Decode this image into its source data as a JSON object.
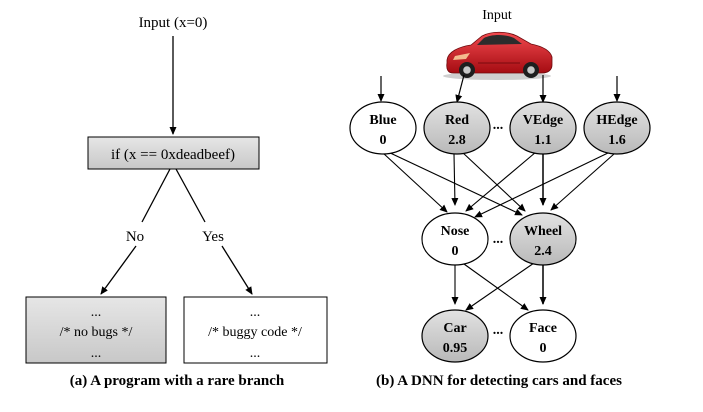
{
  "left_panel": {
    "input_label": "Input (x=0)",
    "condition_label": "if (x == 0xdeadbeef)",
    "no_label": "No",
    "yes_label": "Yes",
    "no_bugs_box": {
      "line1": "...",
      "line2": "/* no bugs */",
      "line3": "..."
    },
    "buggy_box": {
      "line1": "...",
      "line2": "/* buggy code */",
      "line3": "..."
    },
    "caption": "(a) A program with a rare branch"
  },
  "right_panel": {
    "input_label": "Input",
    "image_description": "red sports car",
    "input_layer": [
      {
        "name": "Blue",
        "value": "0",
        "active": false
      },
      {
        "name": "Red",
        "value": "2.8",
        "active": true
      },
      {
        "name": "VEdge",
        "value": "1.1",
        "active": true
      },
      {
        "name": "HEdge",
        "value": "1.6",
        "active": true
      }
    ],
    "hidden_layer": [
      {
        "name": "Nose",
        "value": "0",
        "active": false
      },
      {
        "name": "Wheel",
        "value": "2.4",
        "active": true
      }
    ],
    "output_layer": [
      {
        "name": "Car",
        "value": "0.95",
        "active": true
      },
      {
        "name": "Face",
        "value": "0",
        "active": false
      }
    ],
    "ellipsis": "...",
    "caption": "(b) A DNN for detecting cars and faces"
  },
  "colors": {
    "active_fill": "#d3d3d3",
    "inactive_fill": "#ffffff",
    "box_fill": "#d9d9d9",
    "stroke": "#000000",
    "car_body": "#d8141c"
  }
}
